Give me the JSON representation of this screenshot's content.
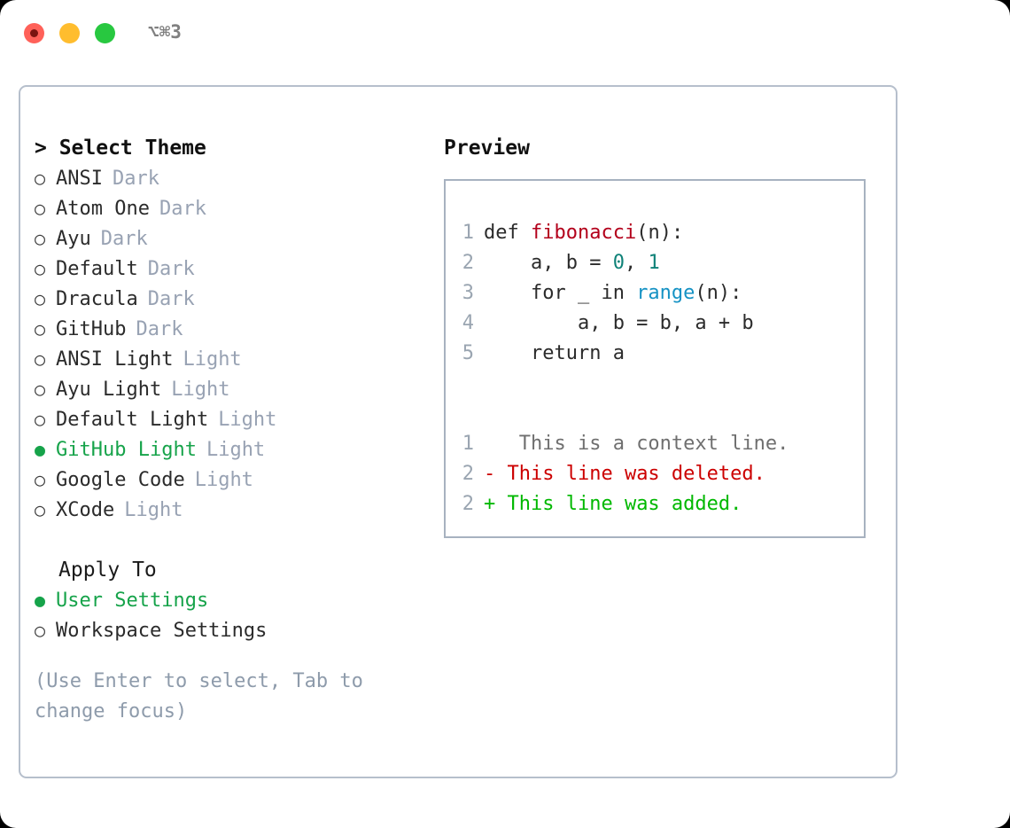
{
  "titlebar": {
    "shortcut": "⌥⌘3",
    "buttons": [
      {
        "name": "close",
        "color": "#ff6159"
      },
      {
        "name": "minimize",
        "color": "#ffbd2e"
      },
      {
        "name": "maximize",
        "color": "#28c840"
      }
    ]
  },
  "theme_picker": {
    "header": "> Select Theme",
    "bullet_selected": "●",
    "bullet_unselected": "○",
    "items": [
      {
        "label": "ANSI",
        "tag": "Dark",
        "selected": false
      },
      {
        "label": "Atom One",
        "tag": "Dark",
        "selected": false
      },
      {
        "label": "Ayu",
        "tag": "Dark",
        "selected": false
      },
      {
        "label": "Default",
        "tag": "Dark",
        "selected": false
      },
      {
        "label": "Dracula",
        "tag": "Dark",
        "selected": false
      },
      {
        "label": "GitHub",
        "tag": "Dark",
        "selected": false
      },
      {
        "label": "ANSI Light",
        "tag": "Light",
        "selected": false
      },
      {
        "label": "Ayu Light",
        "tag": "Light",
        "selected": false
      },
      {
        "label": "Default Light",
        "tag": "Light",
        "selected": false
      },
      {
        "label": "GitHub Light",
        "tag": "Light",
        "selected": true
      },
      {
        "label": "Google Code",
        "tag": "Light",
        "selected": false
      },
      {
        "label": "XCode",
        "tag": "Light",
        "selected": false
      }
    ]
  },
  "apply_to": {
    "header": "Apply To",
    "items": [
      {
        "label": "User Settings",
        "selected": true
      },
      {
        "label": "Workspace Settings",
        "selected": false
      }
    ]
  },
  "hint": "(Use Enter to select, Tab to change focus)",
  "preview": {
    "title": "Preview",
    "code_lines": [
      {
        "num": "1",
        "tokens": [
          {
            "text": "def ",
            "type": "plain"
          },
          {
            "text": "fibonacci",
            "type": "fn"
          },
          {
            "text": "(n):",
            "type": "plain"
          }
        ]
      },
      {
        "num": "2",
        "tokens": [
          {
            "text": "    a, b = ",
            "type": "plain"
          },
          {
            "text": "0",
            "type": "num"
          },
          {
            "text": ", ",
            "type": "plain"
          },
          {
            "text": "1",
            "type": "num"
          }
        ]
      },
      {
        "num": "3",
        "tokens": [
          {
            "text": "    for _ in ",
            "type": "plain"
          },
          {
            "text": "range",
            "type": "call"
          },
          {
            "text": "(n):",
            "type": "plain"
          }
        ]
      },
      {
        "num": "4",
        "tokens": [
          {
            "text": "        a, b = b, a + b",
            "type": "plain"
          }
        ]
      },
      {
        "num": "5",
        "tokens": [
          {
            "text": "    return a",
            "type": "plain"
          }
        ]
      }
    ],
    "diff_lines": [
      {
        "num": "1",
        "marker": " ",
        "text": "  This is a context line.",
        "kind": "context"
      },
      {
        "num": "2",
        "marker": "-",
        "text": " This line was deleted.",
        "kind": "deleted"
      },
      {
        "num": "2",
        "marker": "+",
        "text": " This line was added.",
        "kind": "added"
      }
    ]
  },
  "colors": {
    "accent_green": "#16a34a",
    "muted": "#98a2b3",
    "function_red": "#b3001b",
    "call_blue": "#1592c4",
    "number_teal": "#0f8278",
    "diff_add": "#00b800",
    "diff_del": "#cc0000"
  }
}
